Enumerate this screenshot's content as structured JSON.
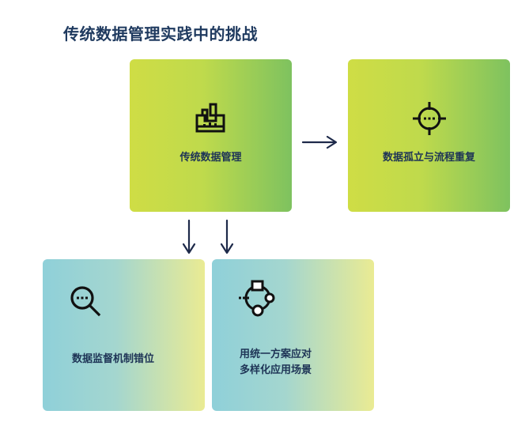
{
  "title": "传统数据管理实践中的挑战",
  "colors": {
    "title": "#1f3a5f",
    "label": "#1e3456",
    "icon": "#111111",
    "arrow": "#1e2a4a"
  },
  "nodes": {
    "traditional": {
      "label": "传统数据管理",
      "icon": "factory-icon"
    },
    "silos": {
      "label": "数据孤立与流程重复",
      "icon": "crosshair-icon"
    },
    "monitoring": {
      "label": "数据监督机制错位",
      "icon": "magnifier-icon"
    },
    "unified": {
      "line1": "用统一方案应对",
      "line2": "多样化应用场景",
      "icon": "nodes-icon"
    }
  },
  "edges": [
    {
      "from": "传统数据管理",
      "to": "数据孤立与流程重复"
    },
    {
      "from": "传统数据管理",
      "to": "数据监督机制错位"
    },
    {
      "from": "传统数据管理",
      "to": "用统一方案应对 多样化应用场景"
    }
  ]
}
